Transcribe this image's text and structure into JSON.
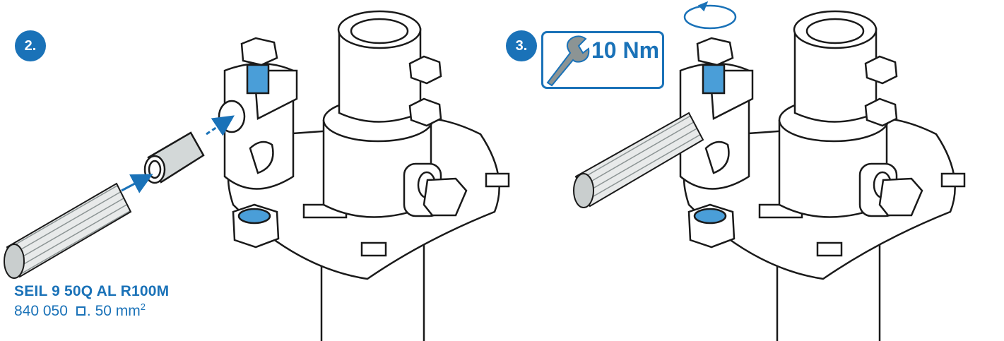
{
  "steps": [
    {
      "number": "2."
    },
    {
      "number": "3."
    }
  ],
  "torque": {
    "value": "10 Nm",
    "icon": "wrench-icon"
  },
  "cable": {
    "name": "SEIL 9 50Q AL R100M",
    "part_number": "840 050",
    "cross_section_prefix": ". 50 mm",
    "cross_section_exp": "2"
  },
  "colors": {
    "accent": "#1a72b8",
    "metal": "#4a9ed8",
    "line": "#1a1a1a"
  },
  "icons": [
    "rotate-arrow-icon",
    "wrench-icon"
  ]
}
